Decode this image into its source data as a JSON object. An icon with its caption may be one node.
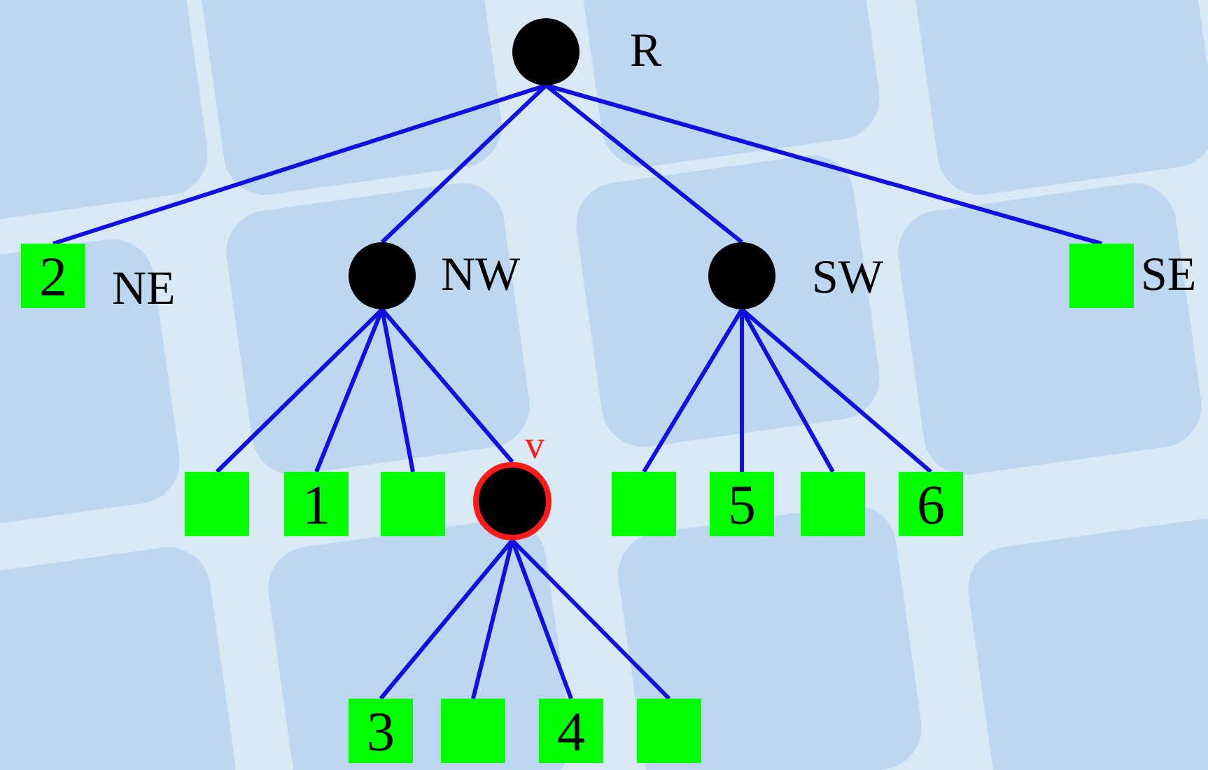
{
  "diagram": {
    "nodes": [
      {
        "text": [],
        "shape": "circle",
        "beside": [
          "R"
        ]
      },
      {
        "text": [
          "2"
        ],
        "beside": [
          "NE"
        ]
      },
      {
        "text": [],
        "shape": "circle",
        "beside": [
          "NW"
        ]
      },
      {
        "text": [],
        "shape": "circle",
        "beside": [
          "SW"
        ]
      },
      {
        "text": [],
        "shape": "box",
        "beside": [
          "SE"
        ]
      },
      {
        "text": [],
        "shape": "box"
      },
      {
        "text": [
          "1"
        ]
      },
      {
        "text": [],
        "shape": "box"
      },
      {
        "text": [],
        "shape": "circle",
        "beside": [
          "v"
        ]
      },
      {
        "text": [],
        "shape": "box"
      },
      {
        "text": [
          "5"
        ]
      },
      {
        "text": [],
        "shape": "box"
      },
      {
        "text": [
          "6"
        ]
      },
      {
        "text": [
          "3"
        ]
      },
      {
        "text": [],
        "shape": "box"
      },
      {
        "text": [
          "4"
        ]
      },
      {
        "text": [],
        "shape": "box"
      }
    ],
    "edges": [
      {
        "from": 0,
        "to": 1,
        "arrow": "none"
      },
      {
        "from": 0,
        "to": 2,
        "arrow": "none"
      },
      {
        "from": 0,
        "to": 3,
        "arrow": "none"
      },
      {
        "from": 0,
        "to": 4,
        "arrow": "none"
      },
      {
        "from": 2,
        "to": 5,
        "arrow": "none"
      },
      {
        "from": 2,
        "to": 6,
        "arrow": "none"
      },
      {
        "from": 2,
        "to": 7,
        "arrow": "none"
      },
      {
        "from": 2,
        "to": 8,
        "arrow": "none"
      },
      {
        "from": 3,
        "to": 9,
        "arrow": "none"
      },
      {
        "from": 3,
        "to": 10,
        "arrow": "none"
      },
      {
        "from": 3,
        "to": 11,
        "arrow": "none"
      },
      {
        "from": 3,
        "to": 12,
        "arrow": "none"
      },
      {
        "from": 8,
        "to": 13,
        "arrow": "none"
      },
      {
        "from": 8,
        "to": 14,
        "arrow": "none"
      },
      {
        "from": 8,
        "to": 15,
        "arrow": "none"
      },
      {
        "from": 8,
        "to": 16,
        "arrow": "none"
      }
    ]
  }
}
